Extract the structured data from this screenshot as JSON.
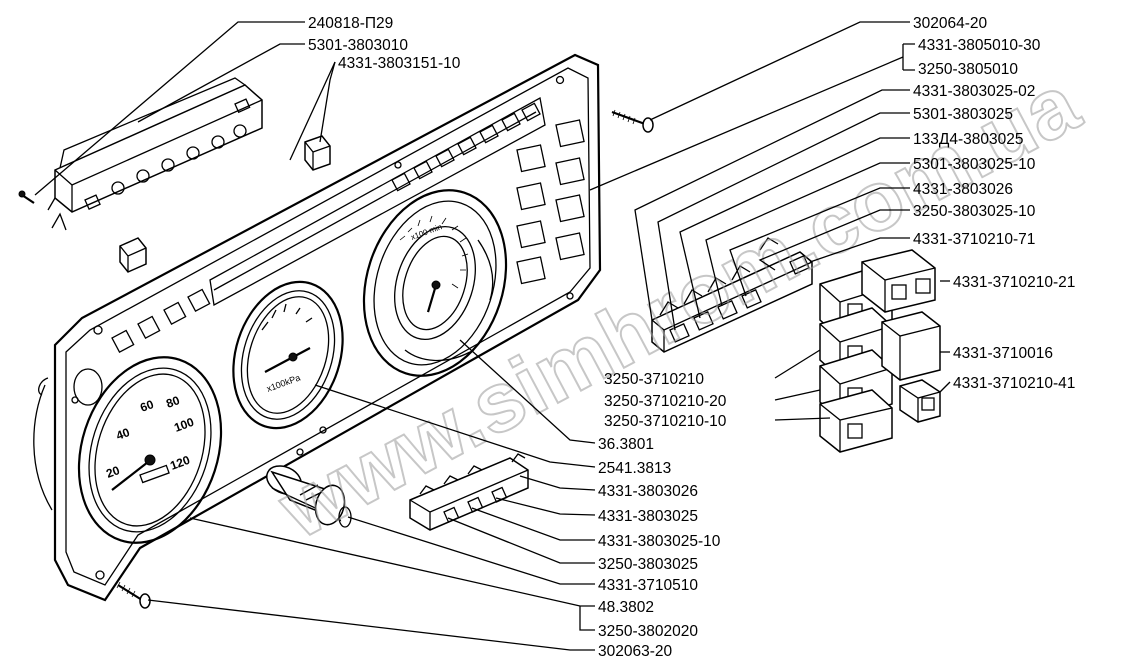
{
  "labels": {
    "l01": "240818-П29",
    "l02": "5301-3803010",
    "l03": "4331-3803151-10",
    "l04": "302064-20",
    "l05": "4331-3805010-30",
    "l06": "3250-3805010",
    "l07": "4331-3803025-02",
    "l08": "5301-3803025",
    "l09": "133Д4-3803025",
    "l10": "5301-3803025-10",
    "l11": "4331-3803026",
    "l12": "3250-3803025-10",
    "l13": "4331-3710210-71",
    "l14": "4331-3710210-21",
    "l15": "4331-3710016",
    "l16": "4331-3710210-41",
    "l17": "3250-3710210",
    "l18": "3250-3710210-20",
    "l19": "3250-3710210-10",
    "l20": "36.3801",
    "l21": "2541.3813",
    "l22": "4331-3803026",
    "l23": "4331-3803025",
    "l24": "4331-3803025-10",
    "l25": "3250-3803025",
    "l26": "4331-3710510",
    "l27": "48.3802",
    "l28": "3250-3802020",
    "l29": "302063-20"
  },
  "watermark": "www.simhrom.com.ua",
  "gauges": {
    "speedo_ticks": [
      "20",
      "40",
      "60",
      "80",
      "100",
      "120"
    ],
    "pressure_text": "x100kPa",
    "tacho_text": "x100 min"
  }
}
